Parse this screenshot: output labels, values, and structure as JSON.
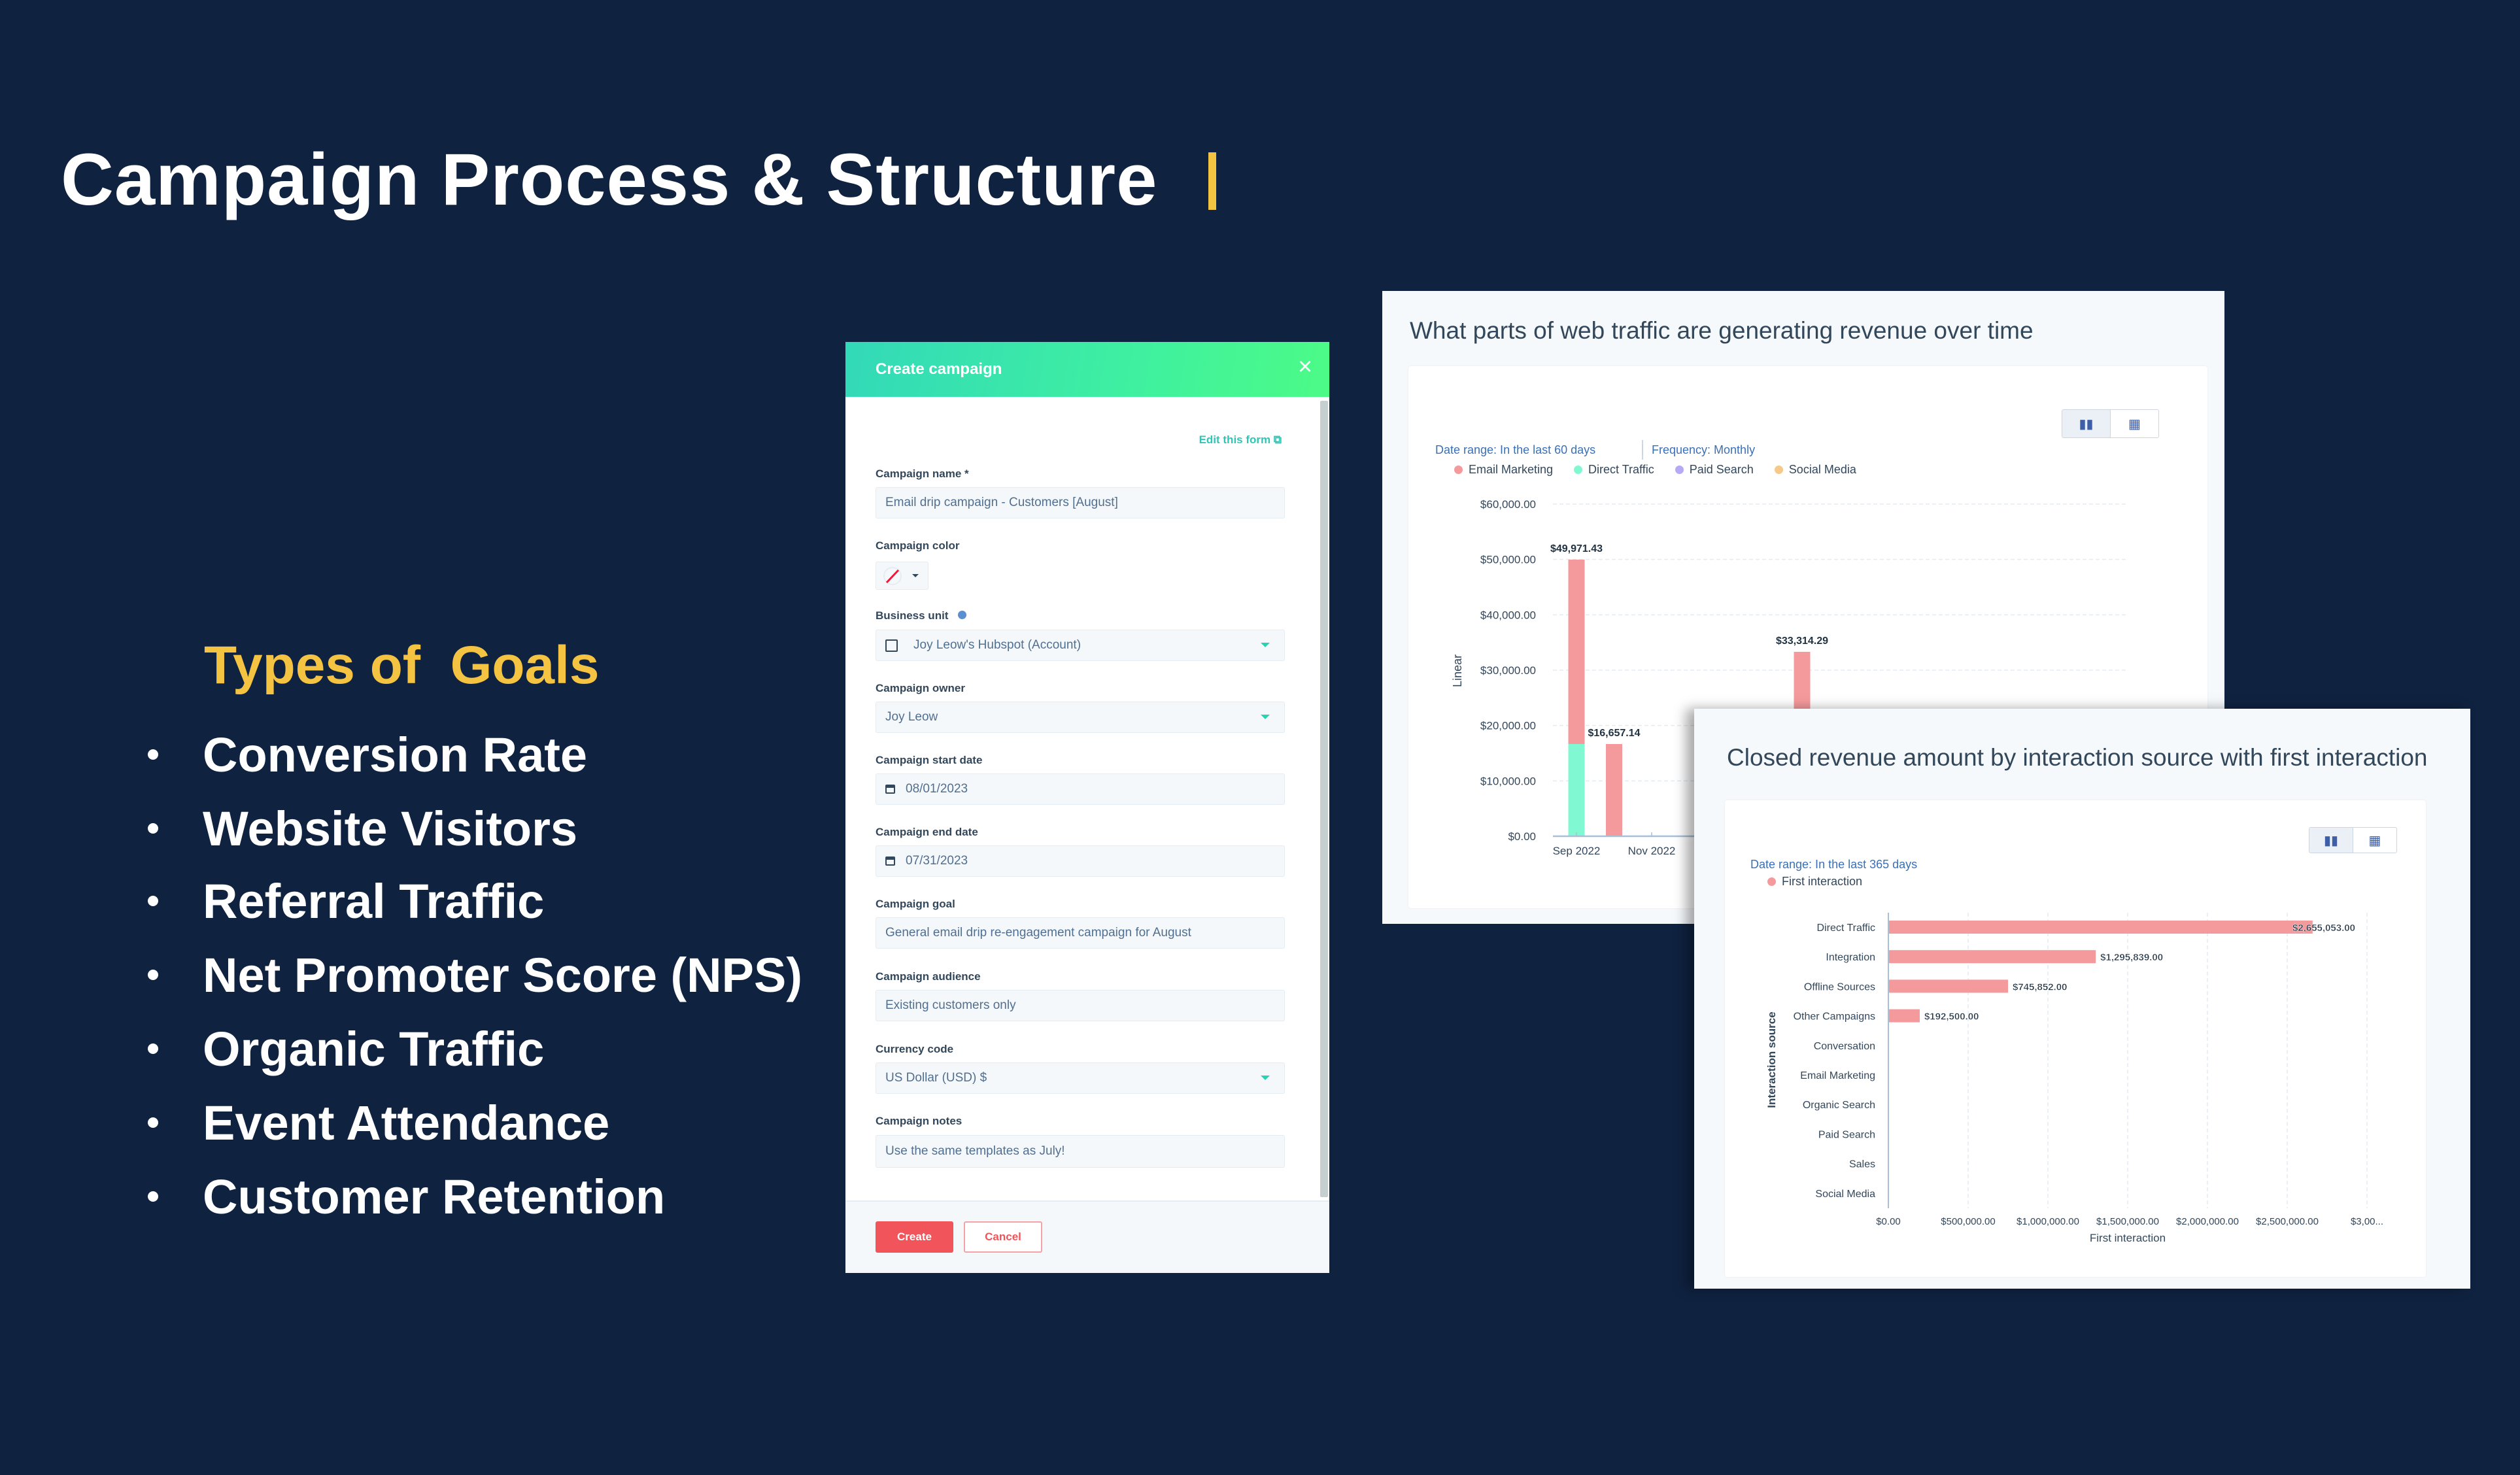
{
  "slide": {
    "title": "Campaign Process & Structure",
    "goals_heading": "Types of  Goals",
    "goals": [
      "Conversion Rate",
      "Website Visitors",
      "Referral Traffic",
      "Net Promoter Score (NPS)",
      "Organic Traffic",
      "Event Attendance",
      "Customer Retention"
    ]
  },
  "colors": {
    "background": "#0f2240",
    "accent_yellow": "#f5c342",
    "email_marketing": "#f59a9c",
    "direct_traffic": "#80f9d3",
    "paid_search": "#b6a9f5",
    "social_media": "#f5c98a",
    "first_interaction": "#f59a9c",
    "create_button": "#f2545b"
  },
  "form": {
    "title": "Create campaign",
    "close_icon": "×",
    "edit_link": "Edit this form",
    "fields": {
      "name": {
        "label": "Campaign name *",
        "value": "Email drip campaign - Customers [August]"
      },
      "color": {
        "label": "Campaign color"
      },
      "business_unit": {
        "label": "Business unit",
        "value": "Joy Leow's Hubspot (Account)"
      },
      "owner": {
        "label": "Campaign owner",
        "value": "Joy Leow"
      },
      "start_date": {
        "label": "Campaign start date",
        "value": "08/01/2023"
      },
      "end_date": {
        "label": "Campaign end date",
        "value": "07/31/2023"
      },
      "goal": {
        "label": "Campaign goal",
        "value": "General email drip re-engagement campaign for August"
      },
      "audience": {
        "label": "Campaign audience",
        "value": "Existing customers only"
      },
      "currency": {
        "label": "Currency code",
        "value": "US Dollar (USD) $"
      },
      "notes": {
        "label": "Campaign notes",
        "value": "Use the same templates as July!"
      }
    },
    "create_label": "Create",
    "cancel_label": "Cancel"
  },
  "chart_data": [
    {
      "type": "bar",
      "stacked": true,
      "title": "What parts of web traffic are generating revenue over time",
      "date_range": "Date range: In the last 60 days",
      "frequency": "Frequency: Monthly",
      "legend": [
        {
          "name": "Email Marketing",
          "color": "#f59a9c"
        },
        {
          "name": "Direct Traffic",
          "color": "#80f9d3"
        },
        {
          "name": "Paid Search",
          "color": "#b6a9f5"
        },
        {
          "name": "Social Media",
          "color": "#f5c98a"
        }
      ],
      "ylabel": "Linear",
      "ylim": [
        0,
        60000
      ],
      "y_ticks": [
        {
          "value": 0,
          "label": "$0.00"
        },
        {
          "value": 10000,
          "label": "$10,000.00"
        },
        {
          "value": 20000,
          "label": "$20,000.00"
        },
        {
          "value": 30000,
          "label": "$30,000.00"
        },
        {
          "value": 40000,
          "label": "$40,000.00"
        },
        {
          "value": 50000,
          "label": "$50,000.00"
        },
        {
          "value": 60000,
          "label": "$60,000.00"
        }
      ],
      "x_ticks": [
        {
          "month_index": 0,
          "label": "Sep 2022"
        },
        {
          "month_index": 2,
          "label": "Nov 2022"
        }
      ],
      "series": [
        {
          "name": "Direct Traffic",
          "color": "#80f9d3",
          "points": [
            {
              "month_index": 0,
              "value": 16657.14
            }
          ]
        },
        {
          "name": "Email Marketing",
          "color": "#f59a9c",
          "points": [
            {
              "month_index": 0,
              "value": 33314.29
            },
            {
              "month_index": 1,
              "value": 16657.14
            },
            {
              "month_index": 6,
              "value": 33314.29
            }
          ]
        }
      ],
      "totals": [
        {
          "month_index": 0,
          "value": 49971.43,
          "label": "$49,971.43"
        },
        {
          "month_index": 1,
          "value": 16657.14,
          "label": "$16,657.14"
        },
        {
          "month_index": 6,
          "value": 33314.29,
          "label": "$33,314.29"
        }
      ]
    },
    {
      "type": "bar",
      "orientation": "horizontal",
      "title": "Closed revenue amount by interaction source with first interaction",
      "date_range": "Date range: In the last 365 days",
      "legend": [
        {
          "name": "First interaction",
          "color": "#f59a9c"
        }
      ],
      "categories": [
        "Direct Traffic",
        "Integration",
        "Offline Sources",
        "Other Campaigns",
        "Conversation",
        "Email Marketing",
        "Organic Search",
        "Paid Search",
        "Sales",
        "Social Media"
      ],
      "values": [
        2655053,
        1295839,
        745852,
        192500,
        0,
        0,
        0,
        0,
        0,
        0
      ],
      "value_labels": [
        "$2,655,053.00",
        "$1,295,839.00",
        "$745,852.00",
        "$192,500.00"
      ],
      "xlim": [
        0,
        3000000
      ],
      "x_ticks": [
        {
          "value": 0,
          "label": "$0.00"
        },
        {
          "value": 500000,
          "label": "$500,000.00"
        },
        {
          "value": 1000000,
          "label": "$1,000,000.00"
        },
        {
          "value": 1500000,
          "label": "$1,500,000.00"
        },
        {
          "value": 2000000,
          "label": "$2,000,000.00"
        },
        {
          "value": 2500000,
          "label": "$2,500,000.00"
        },
        {
          "value": 3000000,
          "label": "$3,00..."
        }
      ],
      "xlabel": "First interaction",
      "ylabel": "Interaction source"
    }
  ]
}
